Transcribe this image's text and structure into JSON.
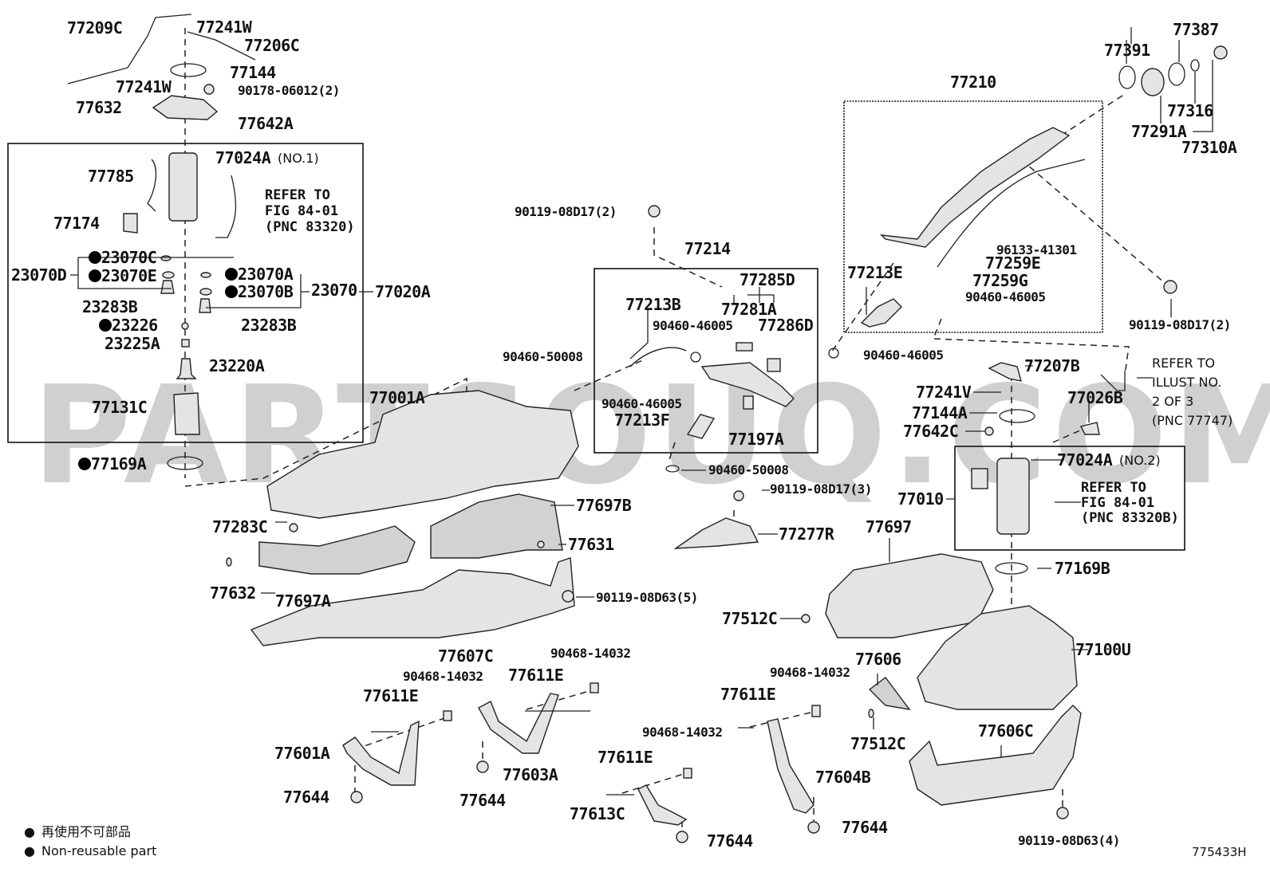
{
  "watermark": "PARTSOUQ.COM",
  "labels": [
    {
      "text": "77209C"
    },
    {
      "text": "77241W"
    },
    {
      "text": "77206C"
    },
    {
      "text": "77144"
    },
    {
      "text": "90178-06012(2)"
    },
    {
      "text": "77241W"
    },
    {
      "text": "77632"
    },
    {
      "text": "77642A"
    },
    {
      "text": "77024A",
      "suffix": "(NO.1)"
    },
    {
      "text": "77785"
    },
    {
      "text": "77174"
    },
    {
      "text": "23070C",
      "non_reusable": true
    },
    {
      "text": "23070E",
      "non_reusable": true
    },
    {
      "text": "23070D"
    },
    {
      "text": "23070A",
      "non_reusable": true
    },
    {
      "text": "23070B",
      "non_reusable": true
    },
    {
      "text": "23070"
    },
    {
      "text": "77020A"
    },
    {
      "text": "23283B"
    },
    {
      "text": "23226",
      "non_reusable": true
    },
    {
      "text": "23283B"
    },
    {
      "text": "23225A"
    },
    {
      "text": "23220A"
    },
    {
      "text": "77131C"
    },
    {
      "text": "77169A",
      "non_reusable": true
    },
    {
      "text": "90119-08D17(2)"
    },
    {
      "text": "77214"
    },
    {
      "text": "77285D"
    },
    {
      "text": "77213B"
    },
    {
      "text": "77281A"
    },
    {
      "text": "90460-46005"
    },
    {
      "text": "77286D"
    },
    {
      "text": "90460-50008"
    },
    {
      "text": "77001A"
    },
    {
      "text": "90460-46005"
    },
    {
      "text": "77213F"
    },
    {
      "text": "77197A"
    },
    {
      "text": "90460-50008"
    },
    {
      "text": "90119-08D17(3)"
    },
    {
      "text": "77283C"
    },
    {
      "text": "77697B"
    },
    {
      "text": "77277R"
    },
    {
      "text": "77631"
    },
    {
      "text": "77632"
    },
    {
      "text": "77697A"
    },
    {
      "text": "90119-08D63(5)"
    },
    {
      "text": "77607C"
    },
    {
      "text": "90468-14032"
    },
    {
      "text": "90468-14032"
    },
    {
      "text": "77611E"
    },
    {
      "text": "77611E"
    },
    {
      "text": "77601A"
    },
    {
      "text": "77644"
    },
    {
      "text": "77644"
    },
    {
      "text": "77603A"
    },
    {
      "text": "77210"
    },
    {
      "text": "77391"
    },
    {
      "text": "77387"
    },
    {
      "text": "77316"
    },
    {
      "text": "77291A"
    },
    {
      "text": "77310A"
    },
    {
      "text": "96133-41301"
    },
    {
      "text": "77259E"
    },
    {
      "text": "77259G"
    },
    {
      "text": "77213E"
    },
    {
      "text": "90460-46005"
    },
    {
      "text": "90119-08D17(2)"
    },
    {
      "text": "90460-46005"
    },
    {
      "text": "77207B"
    },
    {
      "text": "77241V"
    },
    {
      "text": "77026B"
    },
    {
      "text": "77144A"
    },
    {
      "text": "77642C"
    },
    {
      "text": "77024A",
      "suffix": "(NO.2)"
    },
    {
      "text": "77010"
    },
    {
      "text": "77697"
    },
    {
      "text": "77169B"
    },
    {
      "text": "77512C"
    },
    {
      "text": "77100U"
    },
    {
      "text": "77606"
    },
    {
      "text": "90468-14032"
    },
    {
      "text": "77611E"
    },
    {
      "text": "90468-14032"
    },
    {
      "text": "77512C"
    },
    {
      "text": "77606C"
    },
    {
      "text": "77611E"
    },
    {
      "text": "77604B"
    },
    {
      "text": "77613C"
    },
    {
      "text": "77644"
    },
    {
      "text": "77644"
    },
    {
      "text": "90119-08D63(4)"
    }
  ],
  "notes": [
    {
      "lines": [
        "REFER TO",
        "FIG 84-01",
        "(PNC 83320)"
      ]
    },
    {
      "lines": [
        "REFER TO",
        "ILLUST NO.",
        "2 OF 3",
        "(PNC 77747)"
      ]
    },
    {
      "lines": [
        "REFER TO",
        "FIG 84-01",
        "(PNC 83320B)"
      ]
    }
  ],
  "legend": {
    "bullet": "●",
    "items": [
      "再使用不可部品",
      "Non-reusable part"
    ]
  },
  "figure_code": "775433H"
}
